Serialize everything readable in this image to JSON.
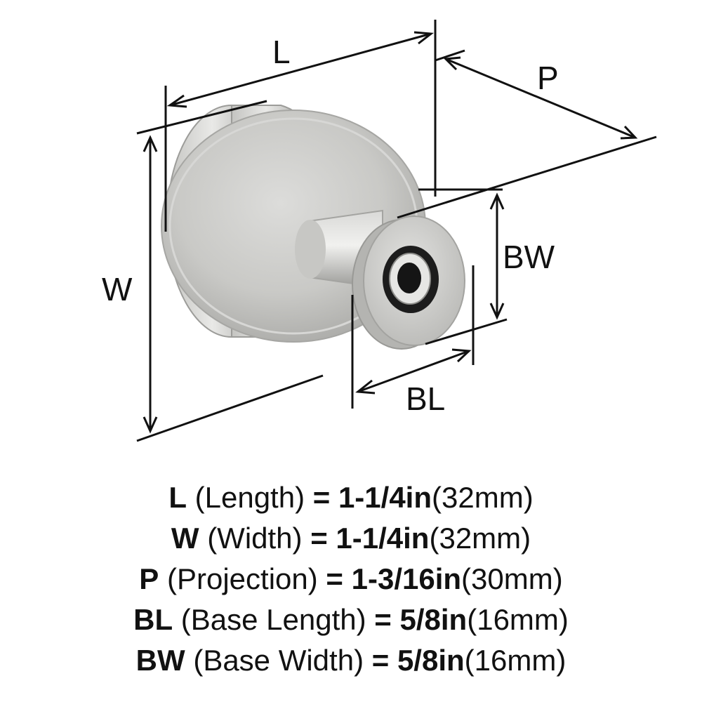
{
  "dimension_labels": {
    "length": "L",
    "width": "W",
    "projection": "P",
    "base_width": "BW",
    "base_length": "BL"
  },
  "specs": [
    {
      "code": "L",
      "name": "(Length)",
      "eq": "=",
      "imperial": "1-1/4in",
      "metric": "(32mm)"
    },
    {
      "code": "W",
      "name": "(Width)",
      "eq": "=",
      "imperial": "1-1/4in",
      "metric": "(32mm)"
    },
    {
      "code": "P",
      "name": "(Projection)",
      "eq": "=",
      "imperial": "1-3/16in",
      "metric": "(30mm)"
    },
    {
      "code": "BL",
      "name": "(Base Length)",
      "eq": "=",
      "imperial": "5/8in",
      "metric": "(16mm)"
    },
    {
      "code": "BW",
      "name": "(Base Width)",
      "eq": "=",
      "imperial": "5/8in",
      "metric": "(16mm)"
    }
  ]
}
